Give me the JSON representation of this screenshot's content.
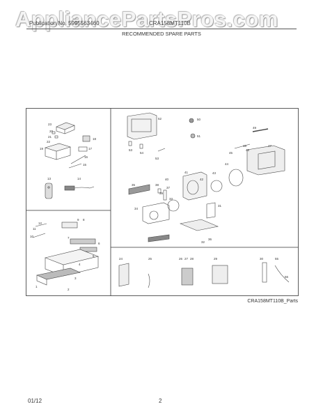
{
  "watermark": "AppliancePartsPros.com",
  "header": {
    "left_text": "Publication No. 5995563460",
    "right_text": "CRA158MT110B",
    "title": "RECOMMENDED SPARE PARTS"
  },
  "diagram": {
    "caption": "CRA158MT110B_Parts",
    "callouts": [
      "23",
      "20",
      "21",
      "22",
      "19",
      "17",
      "16",
      "15",
      "13",
      "14",
      "52",
      "50",
      "51",
      "53",
      "54",
      "49",
      "48",
      "46",
      "47",
      "45",
      "44",
      "43",
      "42",
      "41",
      "40",
      "37",
      "38",
      "39",
      "35",
      "34",
      "33",
      "32",
      "31",
      "36",
      "12",
      "11",
      "10",
      "9",
      "8",
      "7",
      "6",
      "5",
      "4",
      "3",
      "2",
      "1",
      "24",
      "25",
      "26",
      "27",
      "28",
      "29",
      "30",
      "55",
      "56"
    ]
  },
  "footer": {
    "date": "01/12",
    "page": "2"
  }
}
